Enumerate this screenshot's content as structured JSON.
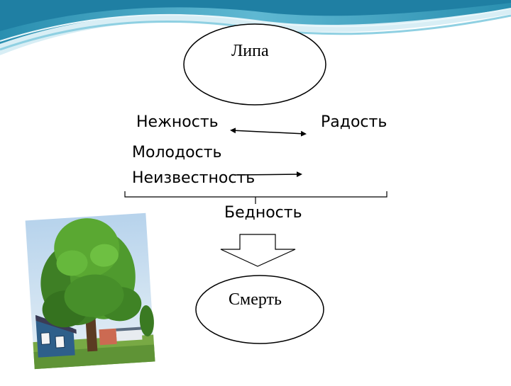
{
  "top_node": {
    "label": "Липа"
  },
  "qualities": [
    {
      "label": "Нежность"
    },
    {
      "label": "Радость"
    },
    {
      "label": "Молодость"
    },
    {
      "label": "Неизвестность"
    }
  ],
  "cause": {
    "label": "Бедность"
  },
  "result_node": {
    "label": "Смерть"
  },
  "illustration": {
    "subject": "linden-tree-photo"
  },
  "colors": {
    "banner_dark": "#2a8fb0",
    "banner_light": "#aee0ec",
    "line": "#000000",
    "tree_green": "#4f9a2e",
    "sky_blue": "#c5dcef"
  }
}
